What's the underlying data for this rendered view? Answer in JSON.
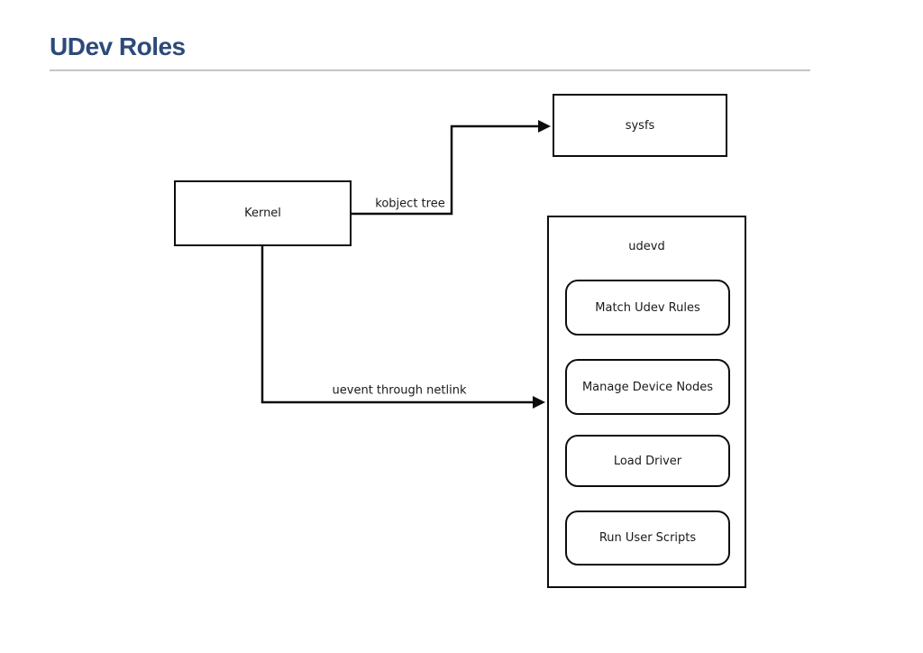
{
  "page": {
    "title": "UDev Roles",
    "title_color": "#2d4a78"
  },
  "diagram": {
    "nodes": {
      "kernel": {
        "label": "Kernel"
      },
      "sysfs": {
        "label": "sysfs"
      },
      "udevd": {
        "label": "udevd"
      }
    },
    "udevd_tasks": [
      {
        "label": "Match Udev Rules"
      },
      {
        "label": "Manage Device Nodes"
      },
      {
        "label": "Load Driver"
      },
      {
        "label": "Run User Scripts"
      }
    ],
    "edges": [
      {
        "from": "Kernel",
        "to": "sysfs",
        "label": "kobject tree"
      },
      {
        "from": "Kernel",
        "to": "udevd",
        "label": "uevent through netlink"
      }
    ],
    "line_color": "#0d0d0d"
  }
}
